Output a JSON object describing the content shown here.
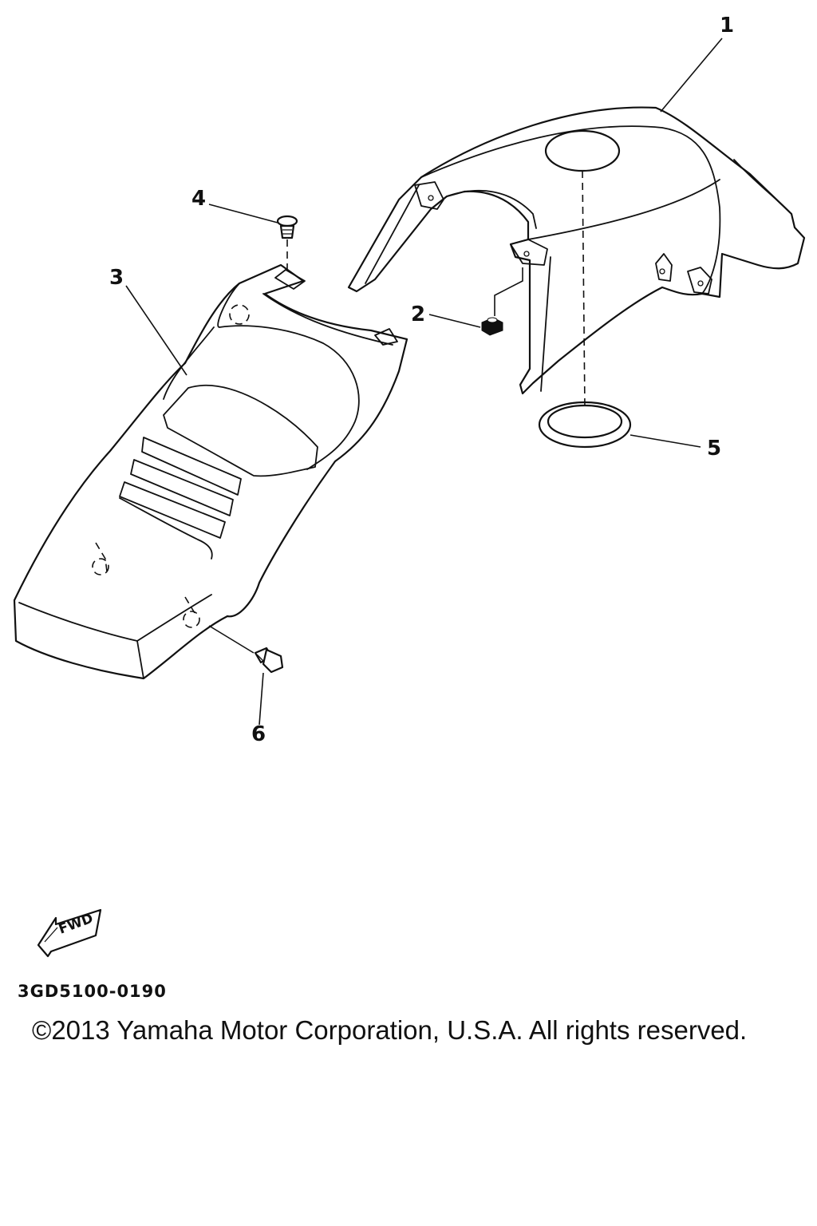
{
  "callouts": [
    {
      "id": "1",
      "label": "1"
    },
    {
      "id": "2",
      "label": "2"
    },
    {
      "id": "3",
      "label": "3"
    },
    {
      "id": "4",
      "label": "4"
    },
    {
      "id": "5",
      "label": "5"
    },
    {
      "id": "6",
      "label": "6"
    }
  ],
  "direction_arrow": {
    "label": "FWD",
    "icon": "fwd-arrow-icon"
  },
  "diagram_code": "3GD5100-0190",
  "copyright": "©2013 Yamaha Motor Corporation, U.S.A. All rights reserved.",
  "colors": {
    "ink": "#111111",
    "paper": "#ffffff"
  }
}
